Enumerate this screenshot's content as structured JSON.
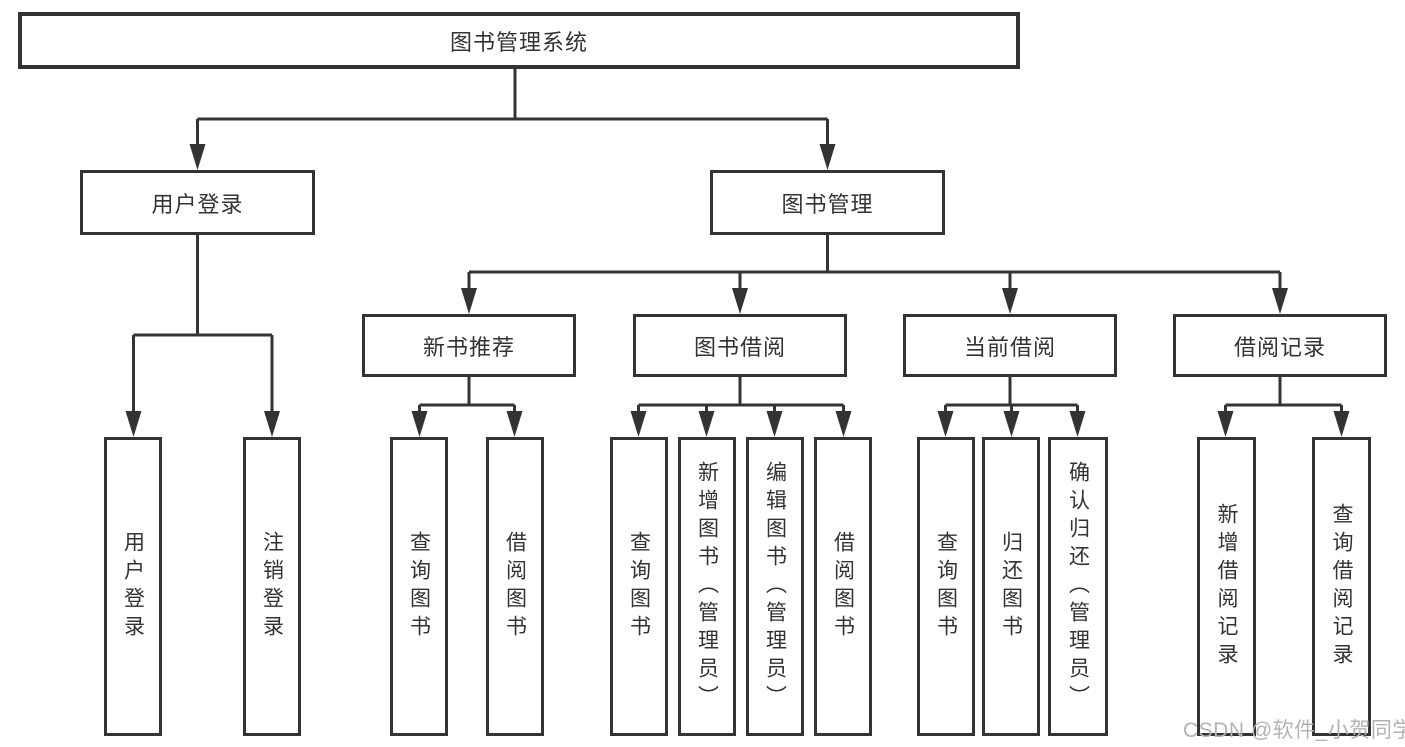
{
  "diagram": {
    "title": "图书管理系统",
    "root": "图书管理系统",
    "level2": [
      "用户登录",
      "图书管理"
    ],
    "level3": [
      "新书推荐",
      "图书借阅",
      "当前借阅",
      "借阅记录"
    ],
    "leaves": {
      "user_login": [
        "用户登录",
        "注销登录"
      ],
      "new_book_recommendation": [
        "查询图书",
        "借阅图书"
      ],
      "book_borrowing": [
        "查询图书",
        "新增图书（管理员）",
        "编辑图书（管理员）",
        "借阅图书"
      ],
      "current_borrowing": [
        "查询图书",
        "归还图书",
        "确认归还（管理员）"
      ],
      "borrowing_records": [
        "新增借阅记录",
        "查询借阅记录"
      ]
    }
  },
  "watermark": "CSDN @软件_小贺同学",
  "colors": {
    "line": "#333333",
    "text": "#333333",
    "box_fill": "#ffffff",
    "watermark": "#b0b4b8",
    "background": "#ffffff"
  }
}
